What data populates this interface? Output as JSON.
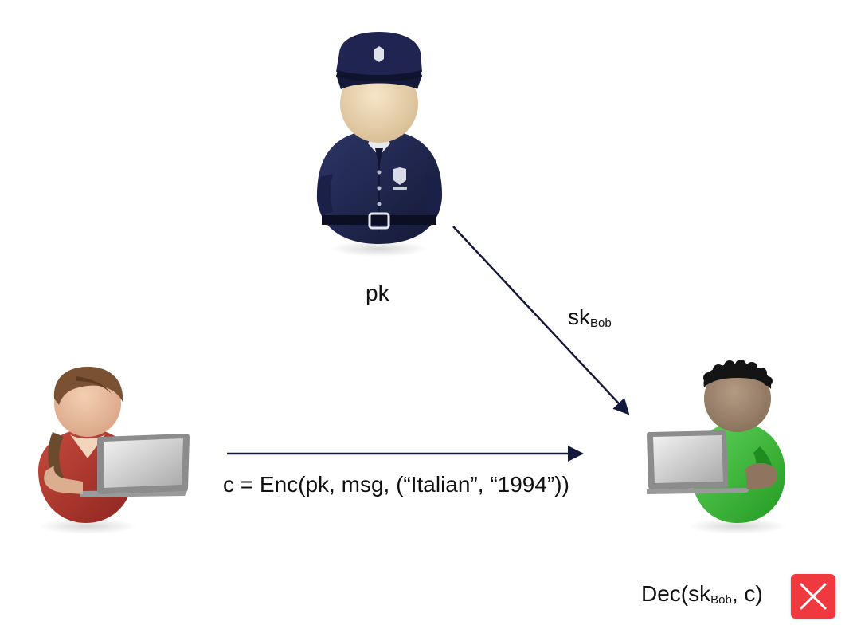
{
  "figures": {
    "authority": "police-officer-icon",
    "sender": "woman-with-laptop-icon",
    "receiver": "man-with-laptop-icon"
  },
  "labels": {
    "pk": "pk",
    "sk_main": "sk",
    "sk_sub": "Bob",
    "enc": "c = Enc(pk, msg, (“Italian”, “1994”))",
    "dec_prefix": "Dec(sk",
    "dec_sub": "Bob",
    "dec_suffix": ", c)"
  },
  "status": {
    "icon": "close-icon",
    "color": "#f0393f"
  },
  "colors": {
    "arrow": "#14183a",
    "uniform": "#1e2550"
  }
}
